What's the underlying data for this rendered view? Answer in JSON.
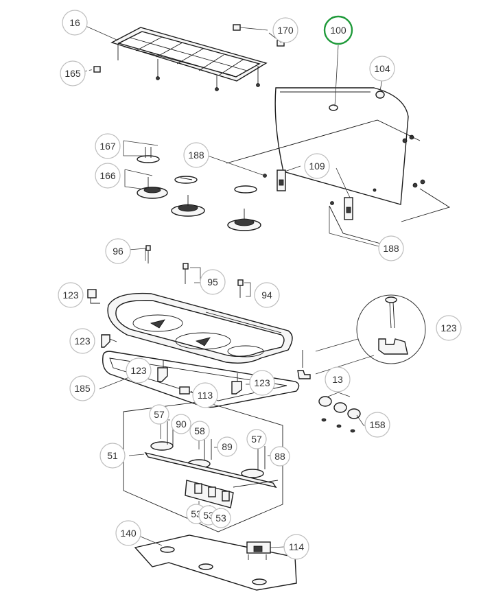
{
  "diagram": {
    "callouts": [
      {
        "id": "c16",
        "label": "16"
      },
      {
        "id": "c170",
        "label": "170"
      },
      {
        "id": "c165",
        "label": "165"
      },
      {
        "id": "c100",
        "label": "100",
        "highlight": true
      },
      {
        "id": "c104",
        "label": "104"
      },
      {
        "id": "c167",
        "label": "167"
      },
      {
        "id": "c188a",
        "label": "188"
      },
      {
        "id": "c109",
        "label": "109"
      },
      {
        "id": "c166",
        "label": "166"
      },
      {
        "id": "c188b",
        "label": "188"
      },
      {
        "id": "c96",
        "label": "96"
      },
      {
        "id": "c95",
        "label": "95"
      },
      {
        "id": "c94",
        "label": "94"
      },
      {
        "id": "c123a",
        "label": "123"
      },
      {
        "id": "c123b",
        "label": "123"
      },
      {
        "id": "c123c",
        "label": "123"
      },
      {
        "id": "c123d",
        "label": "123"
      },
      {
        "id": "c123e",
        "label": "123"
      },
      {
        "id": "c185",
        "label": "185"
      },
      {
        "id": "c113",
        "label": "113"
      },
      {
        "id": "c13",
        "label": "13"
      },
      {
        "id": "c158",
        "label": "158"
      },
      {
        "id": "c57a",
        "label": "57"
      },
      {
        "id": "c90",
        "label": "90"
      },
      {
        "id": "c58",
        "label": "58"
      },
      {
        "id": "c89",
        "label": "89"
      },
      {
        "id": "c57b",
        "label": "57"
      },
      {
        "id": "c88",
        "label": "88"
      },
      {
        "id": "c51",
        "label": "51"
      },
      {
        "id": "c53a",
        "label": "53"
      },
      {
        "id": "c53b",
        "label": "53"
      },
      {
        "id": "c53c",
        "label": "53"
      },
      {
        "id": "c140",
        "label": "140"
      },
      {
        "id": "c114",
        "label": "114"
      }
    ],
    "colors": {
      "highlight": "#1f9a3a",
      "callout_stroke": "#bdbdbd",
      "line": "#1a1a1a"
    }
  }
}
